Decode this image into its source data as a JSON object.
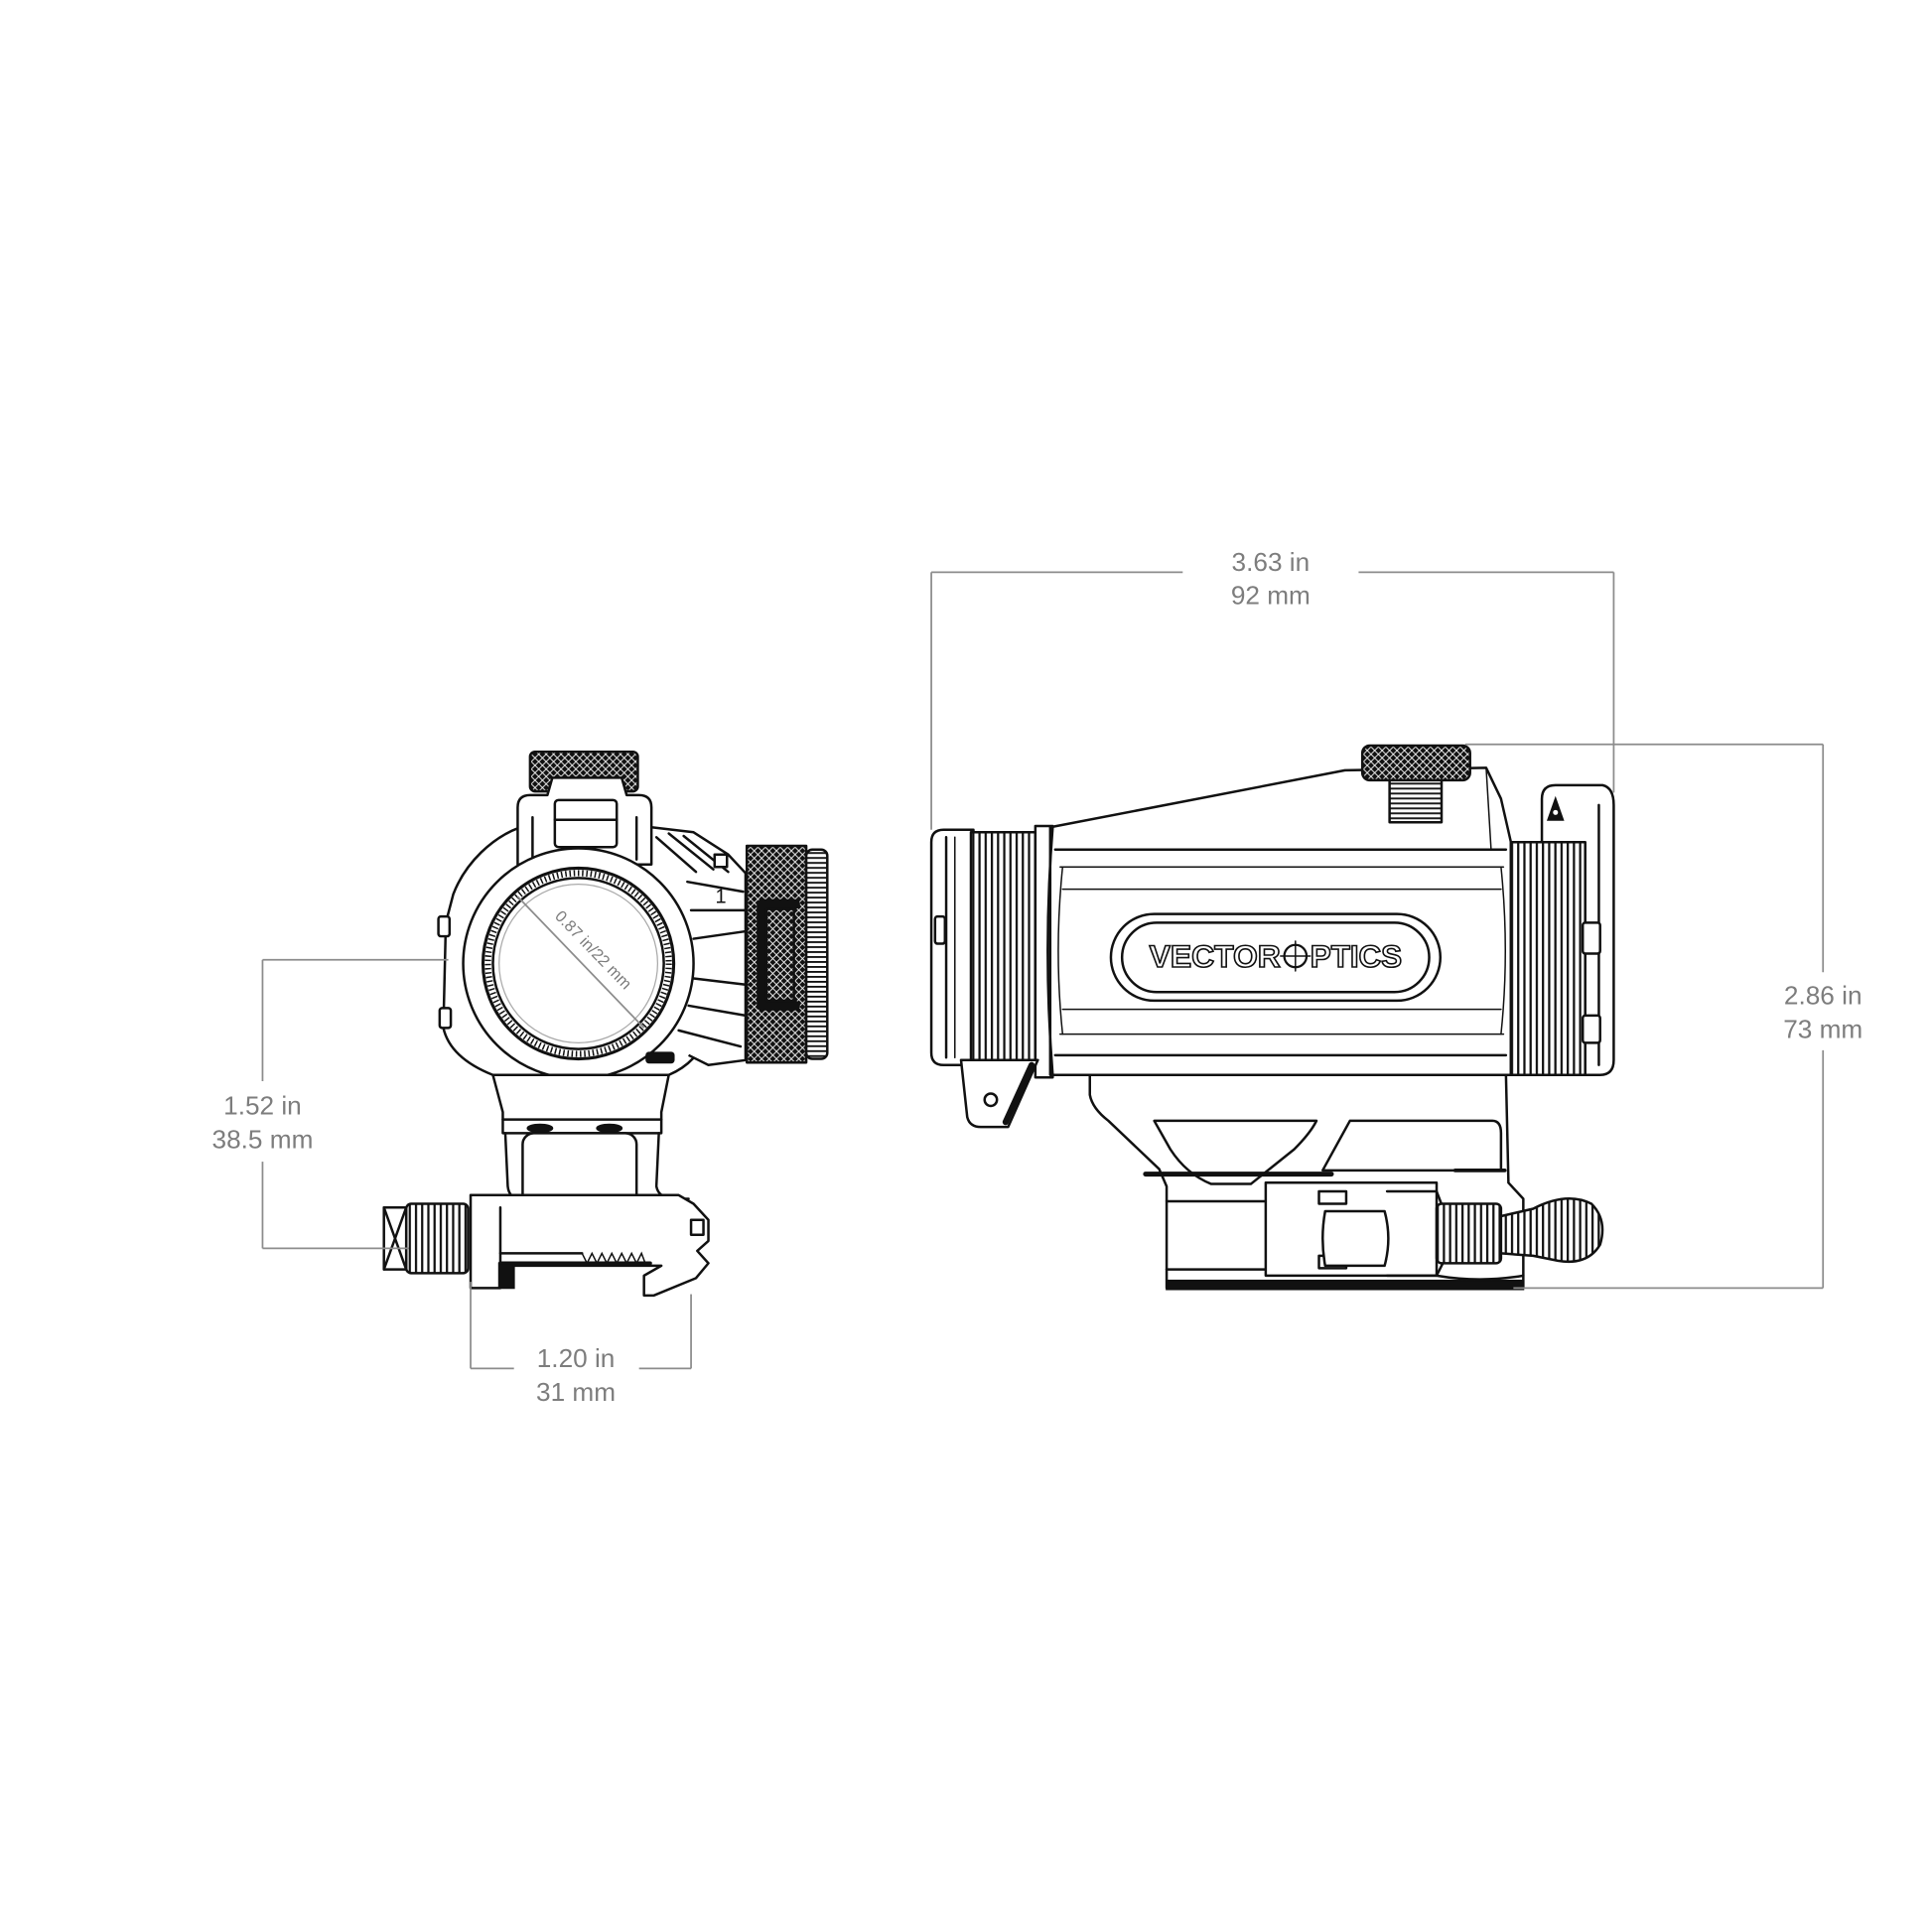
{
  "dimensions": {
    "top": {
      "imperial": "3.63 in",
      "metric": "92 mm"
    },
    "right": {
      "imperial": "2.86 in",
      "metric": "73 mm"
    },
    "left": {
      "imperial": "1.52 in",
      "metric": "38.5 mm"
    },
    "bottom": {
      "imperial": "1.20 in",
      "metric": "31 mm"
    },
    "lens": "0.87 in/22 mm"
  },
  "turret_marking": "1",
  "logo": {
    "left": "VECTOR",
    "right": "PTICS"
  },
  "colors": {
    "outline": "#111111",
    "dimension_line": "#8c8c8c",
    "dimension_text": "#7d7d7d",
    "background": "#ffffff"
  }
}
